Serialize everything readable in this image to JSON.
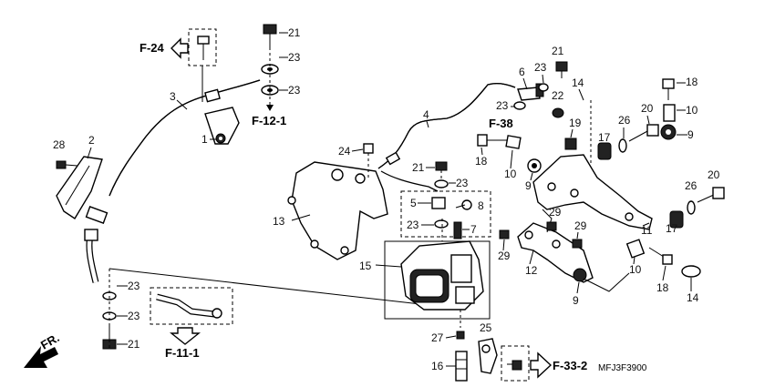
{
  "refs": {
    "f24": "F-24",
    "f121": "F-12-1",
    "f38": "F-38",
    "f111": "F-11-1",
    "f332": "F-33-2",
    "fr": "FR."
  },
  "code": "MFJ3F3900",
  "callouts": [
    {
      "id": "c21a",
      "text": "21"
    },
    {
      "id": "c23a",
      "text": "23"
    },
    {
      "id": "c23b",
      "text": "23"
    },
    {
      "id": "c3",
      "text": "3"
    },
    {
      "id": "c1",
      "text": "1"
    },
    {
      "id": "c28",
      "text": "28"
    },
    {
      "id": "c2",
      "text": "2"
    },
    {
      "id": "c23c",
      "text": "23"
    },
    {
      "id": "c23d",
      "text": "23"
    },
    {
      "id": "c21b",
      "text": "21"
    },
    {
      "id": "c24",
      "text": "24"
    },
    {
      "id": "c13",
      "text": "13"
    },
    {
      "id": "c15",
      "text": "15"
    },
    {
      "id": "c4",
      "text": "4"
    },
    {
      "id": "c21c",
      "text": "21"
    },
    {
      "id": "c23e",
      "text": "23"
    },
    {
      "id": "c5",
      "text": "5"
    },
    {
      "id": "c8",
      "text": "8"
    },
    {
      "id": "c23f",
      "text": "23"
    },
    {
      "id": "c7",
      "text": "7"
    },
    {
      "id": "c27",
      "text": "27"
    },
    {
      "id": "c16",
      "text": "16"
    },
    {
      "id": "c25",
      "text": "25"
    },
    {
      "id": "c6",
      "text": "6"
    },
    {
      "id": "c23g",
      "text": "23"
    },
    {
      "id": "c21d",
      "text": "21"
    },
    {
      "id": "c23h",
      "text": "23"
    },
    {
      "id": "c22",
      "text": "22"
    },
    {
      "id": "c14a",
      "text": "14"
    },
    {
      "id": "c19",
      "text": "19"
    },
    {
      "id": "c18a",
      "text": "18"
    },
    {
      "id": "c10a",
      "text": "10"
    },
    {
      "id": "c9a",
      "text": "9"
    },
    {
      "id": "c17a",
      "text": "17"
    },
    {
      "id": "c26a",
      "text": "26"
    },
    {
      "id": "c20a",
      "text": "20"
    },
    {
      "id": "c18b",
      "text": "18"
    },
    {
      "id": "c10b",
      "text": "10"
    },
    {
      "id": "c9b",
      "text": "9"
    },
    {
      "id": "c29a",
      "text": "29"
    },
    {
      "id": "c11",
      "text": "11"
    },
    {
      "id": "c17b",
      "text": "17"
    },
    {
      "id": "c26b",
      "text": "26"
    },
    {
      "id": "c20b",
      "text": "20"
    },
    {
      "id": "c29b",
      "text": "29"
    },
    {
      "id": "c29c",
      "text": "29"
    },
    {
      "id": "c12",
      "text": "12"
    },
    {
      "id": "c9c",
      "text": "9"
    },
    {
      "id": "c10c",
      "text": "10"
    },
    {
      "id": "c18c",
      "text": "18"
    },
    {
      "id": "c14b",
      "text": "14"
    }
  ]
}
